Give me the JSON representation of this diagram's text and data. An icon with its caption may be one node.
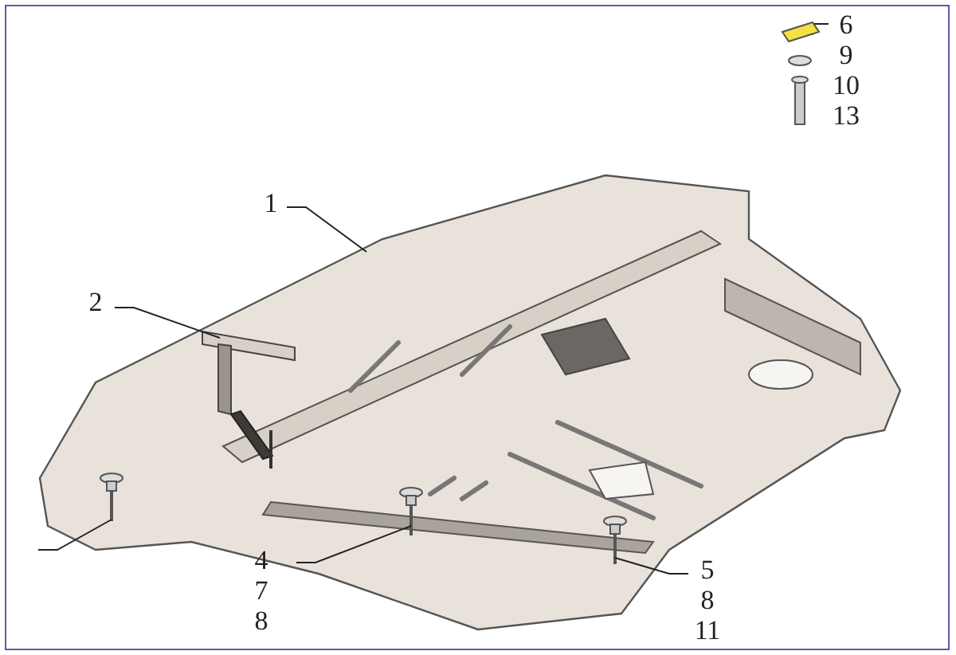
{
  "diagram": {
    "nodes": [
      {
        "text": [
          "1"
        ]
      },
      {
        "text": [],
        "shape": "picture"
      },
      {
        "text": [
          "2"
        ]
      },
      {
        "text": [],
        "shape": "picture",
        "in": 1
      },
      {
        "text": [
          "6",
          "9",
          "10",
          "13"
        ]
      },
      {
        "text": [],
        "shape": "picture"
      },
      {
        "text": [
          "4",
          "7",
          "8"
        ]
      },
      {
        "text": [],
        "shape": "picture",
        "in": 1
      },
      {
        "text": [
          "5",
          "8",
          "11"
        ]
      },
      {
        "text": [],
        "shape": "picture",
        "in": 1
      },
      {
        "text": [],
        "shape": "picture",
        "in": 1
      }
    ],
    "edges": [
      {
        "from": 0,
        "to": 1,
        "arrow": "none"
      },
      {
        "from": 2,
        "to": 3,
        "arrow": "none"
      },
      {
        "from": 4,
        "to": 5,
        "arrow": "none"
      },
      {
        "from": 6,
        "to": 7,
        "arrow": "none"
      },
      {
        "from": 8,
        "to": 9,
        "arrow": "none"
      },
      {
        "from": null,
        "to": 10,
        "arrow": "none"
      }
    ]
  }
}
